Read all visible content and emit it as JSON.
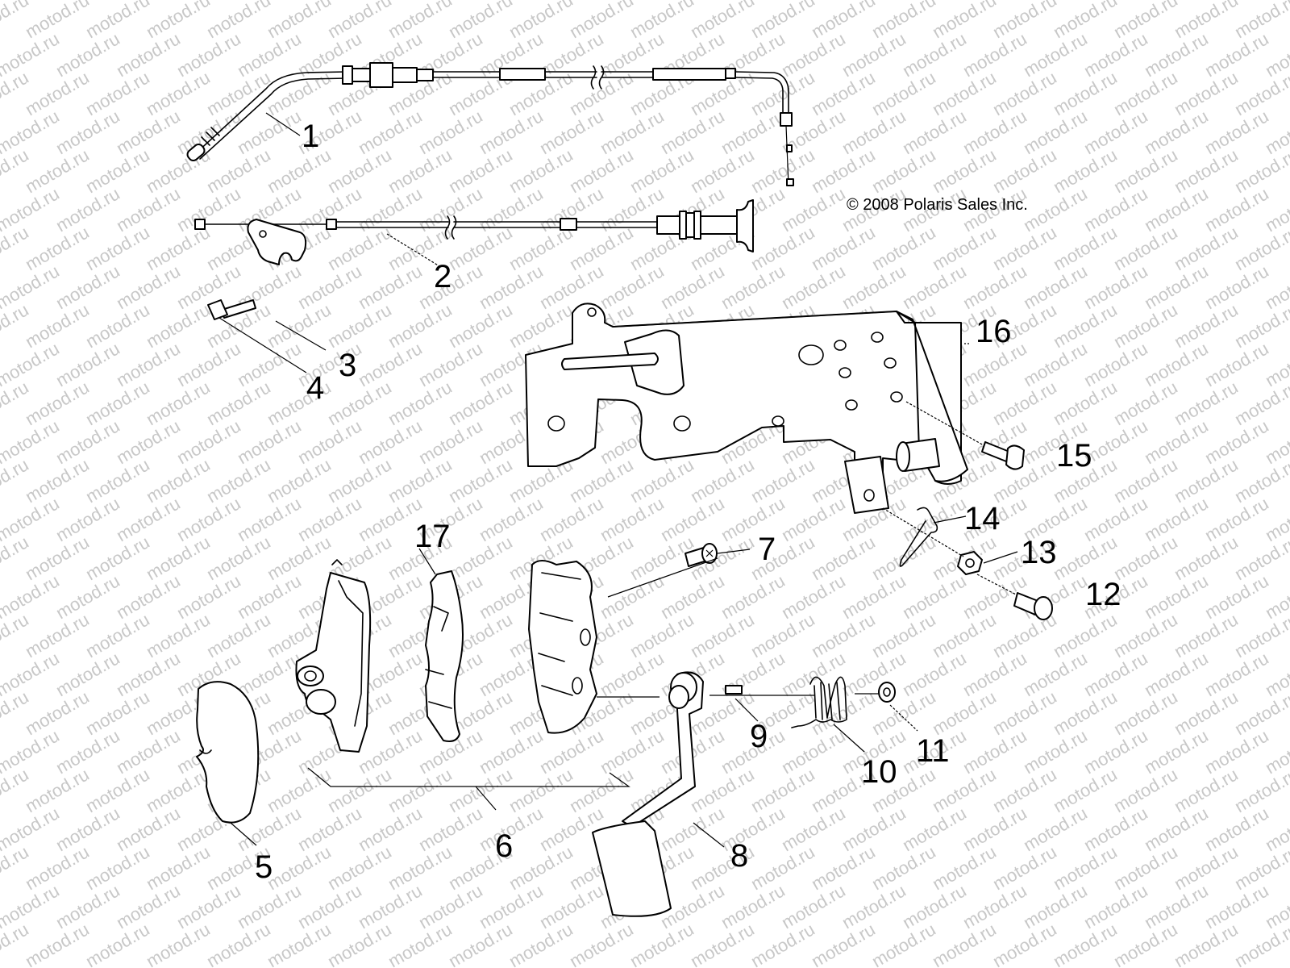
{
  "copyright": "© 2008 Polaris Sales Inc.",
  "watermark": "motod.ru",
  "callouts": {
    "c1": "1",
    "c2": "2",
    "c3": "3",
    "c4": "4",
    "c5": "5",
    "c6": "6",
    "c7": "7",
    "c8": "8",
    "c9": "9",
    "c10": "10",
    "c11": "11",
    "c12": "12",
    "c13": "13",
    "c14": "14",
    "c15": "15",
    "c16": "16",
    "c17": "17"
  }
}
